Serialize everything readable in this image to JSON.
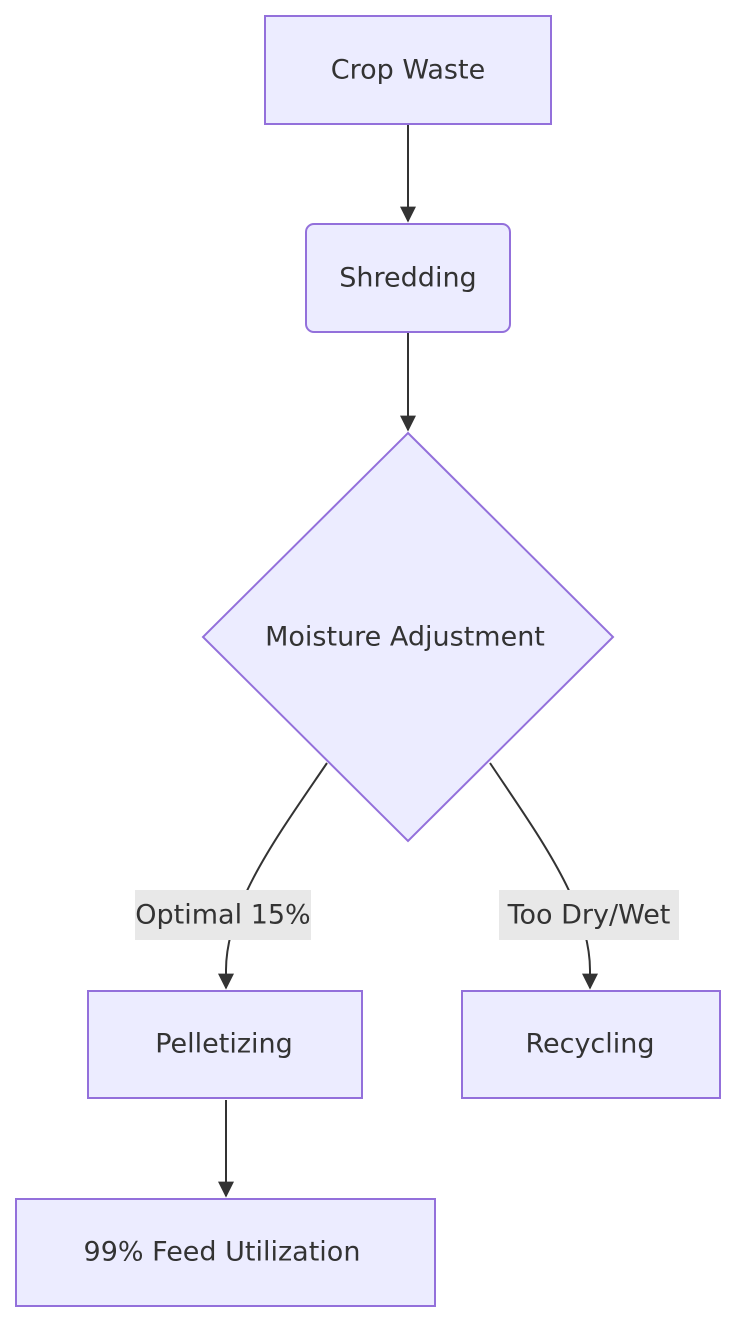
{
  "diagram": {
    "nodes": {
      "crop_waste": "Crop Waste",
      "shredding": "Shredding",
      "moisture_adjustment": "Moisture Adjustment",
      "pelletizing": "Pelletizing",
      "recycling": "Recycling",
      "feed_utilization": "99% Feed Utilization"
    },
    "edge_labels": {
      "optimal": "Optimal 15%",
      "too_dry_wet": "Too Dry/Wet"
    }
  },
  "colors": {
    "node_fill": "#ECECFF",
    "node_stroke": "#9370DB",
    "edge": "#333333",
    "edge_label_bg": "#E8E8E8",
    "text": "#333333"
  }
}
